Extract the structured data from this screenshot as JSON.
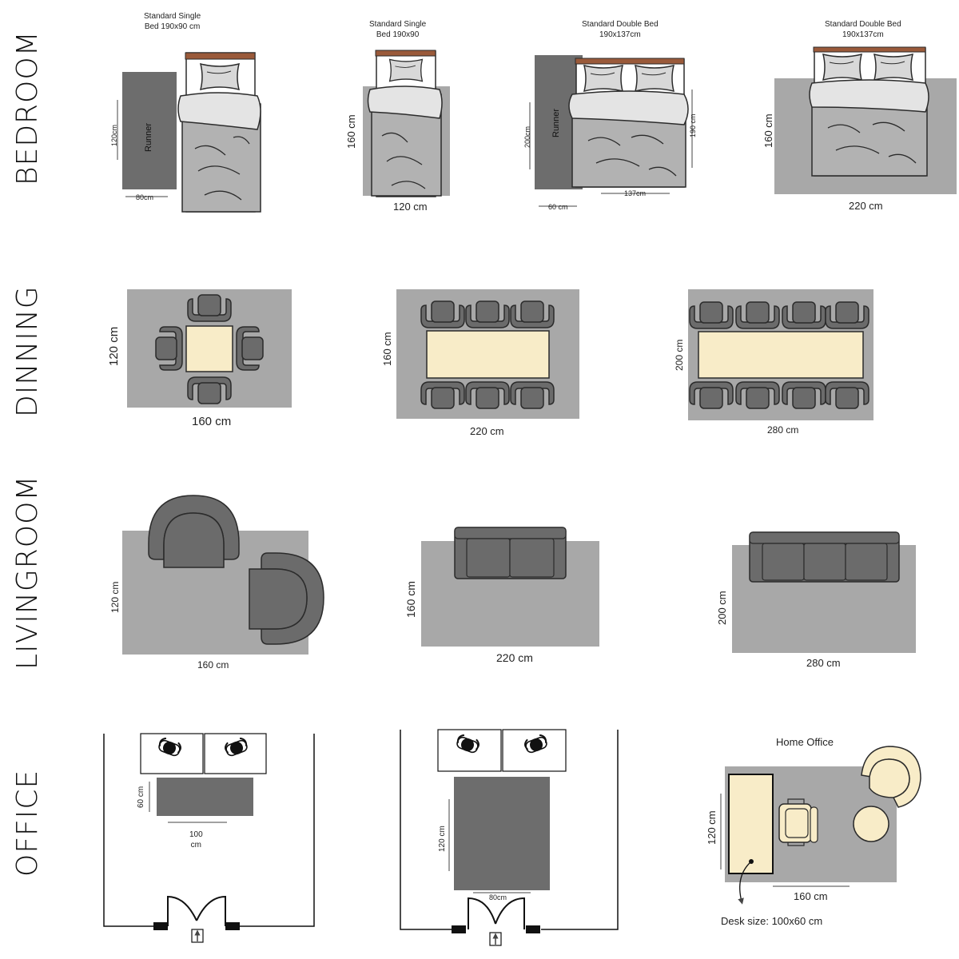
{
  "sections": {
    "bedroom": "BEDROOM",
    "dinning": "DINNING",
    "livingroom": "LIVINGROOM",
    "office": "OFFICE"
  },
  "bedroom": {
    "single_runner": {
      "title": "Standard Single\nBed 190x90 cm",
      "runner_label": "Runner",
      "height": "120cm",
      "width": "80cm"
    },
    "single_rug": {
      "title": "Standard Single\nBed 190x90",
      "height": "160 cm",
      "width": "120 cm"
    },
    "double_runner": {
      "title": "Standard Double Bed\n190x137cm",
      "runner_label": "Runner",
      "runner_height": "200cm",
      "bed_height": "190 cm",
      "bed_width": "137cm",
      "runner_width": "60 cm"
    },
    "double_rug": {
      "title": "Standard Double Bed\n190x137cm",
      "height": "160 cm",
      "width": "220 cm"
    }
  },
  "dinning": {
    "small": {
      "height": "120 cm",
      "width": "160 cm"
    },
    "medium": {
      "height": "160 cm",
      "width": "220 cm"
    },
    "large": {
      "height": "200 cm",
      "width": "280 cm"
    }
  },
  "livingroom": {
    "small": {
      "height": "120 cm",
      "width": "160 cm"
    },
    "medium": {
      "height": "160 cm",
      "width": "220 cm"
    },
    "large": {
      "height": "200 cm",
      "width": "280 cm"
    }
  },
  "office": {
    "desk_rug": {
      "height": "60 cm",
      "width": "100\ncm"
    },
    "room_rug": {
      "height": "120 cm",
      "width": "80cm"
    },
    "home_office": {
      "title": "Home Office",
      "height": "120 cm",
      "width": "160 cm",
      "desk_size": "Desk size: 100x60 cm"
    }
  },
  "colors": {
    "rug": "#a8a8a8",
    "runner": "#6d6d6d",
    "furniture": "#6b6b6b",
    "table": "#f8ecc8",
    "headboard": "#9a5a3a",
    "pillow": "#d8d8d8",
    "duvet": "#e4e4e4",
    "bedbody": "#b2b2b2"
  }
}
